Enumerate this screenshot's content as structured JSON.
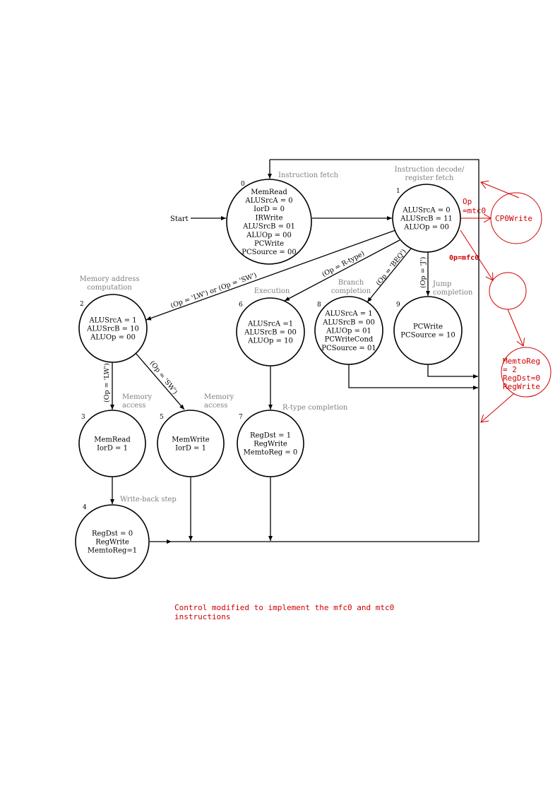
{
  "colors": {
    "line": "#000000",
    "caption": "#808080",
    "modification": "#d00000"
  },
  "start_label": "Start",
  "states": [
    {
      "id": "0",
      "caption": [
        "Instruction fetch"
      ],
      "lines": [
        "MemRead",
        "ALUSrcA = 0",
        "IorD = 0",
        "IRWrite",
        "ALUSrcB = 01",
        "ALUOp = 00",
        "PCWrite",
        "PCSource = 00"
      ]
    },
    {
      "id": "1",
      "caption": [
        "Instruction decode/",
        "register fetch"
      ],
      "lines": [
        "ALUSrcA = 0",
        "ALUSrcB = 11",
        "ALUOp = 00"
      ]
    },
    {
      "id": "2",
      "caption": [
        "Memory address",
        "computation"
      ],
      "lines": [
        "ALUSrcA = 1",
        "ALUSrcB = 10",
        "ALUOp = 00"
      ]
    },
    {
      "id": "6",
      "caption": [
        "Execution"
      ],
      "lines": [
        "ALUSrcA =1",
        "ALUSrcB = 00",
        "ALUOp = 10"
      ]
    },
    {
      "id": "8",
      "caption": [
        "Branch",
        "completion"
      ],
      "lines": [
        "ALUSrcA = 1",
        "ALUSrcB = 00",
        "ALUOp = 01",
        "PCWriteCond",
        "PCSource = 01"
      ]
    },
    {
      "id": "9",
      "caption": [
        "Jump",
        "completion"
      ],
      "lines": [
        "PCWrite",
        "PCSource = 10"
      ]
    },
    {
      "id": "3",
      "caption": [
        "Memory",
        "access"
      ],
      "lines": [
        "MemRead",
        "IorD = 1"
      ]
    },
    {
      "id": "5",
      "caption": [
        "Memory",
        "access"
      ],
      "lines": [
        "MemWrite",
        "IorD = 1"
      ]
    },
    {
      "id": "7",
      "caption": [
        "R-type completion"
      ],
      "lines": [
        "RegDst = 1",
        "RegWrite",
        "MemtoReg = 0"
      ]
    },
    {
      "id": "4",
      "caption": [
        "Write-back step"
      ],
      "lines": [
        "RegDst = 0",
        "RegWrite",
        "MemtoReg=1"
      ]
    }
  ],
  "transitions": {
    "lw_sw": "(Op = 'LW') or (Op = 'SW')",
    "rtype": "(Op = R-type)",
    "beq": "(Op = 'BEQ')",
    "jump": "(Op = 'J')",
    "lw": "(Op = 'LW')",
    "sw": "(Op = 'SW')"
  },
  "modification": {
    "mtc0_label": [
      "Op",
      "=mtc0"
    ],
    "mfc0_label": "0p=mfc0",
    "cp0write_state": "CP0Write",
    "writeback_state": [
      "MemtoReg",
      "=  2",
      "RegDst=0",
      "RegWrite"
    ],
    "note": [
      "Control modified to implement the mfc0 and mtc0",
      "instructions"
    ]
  }
}
